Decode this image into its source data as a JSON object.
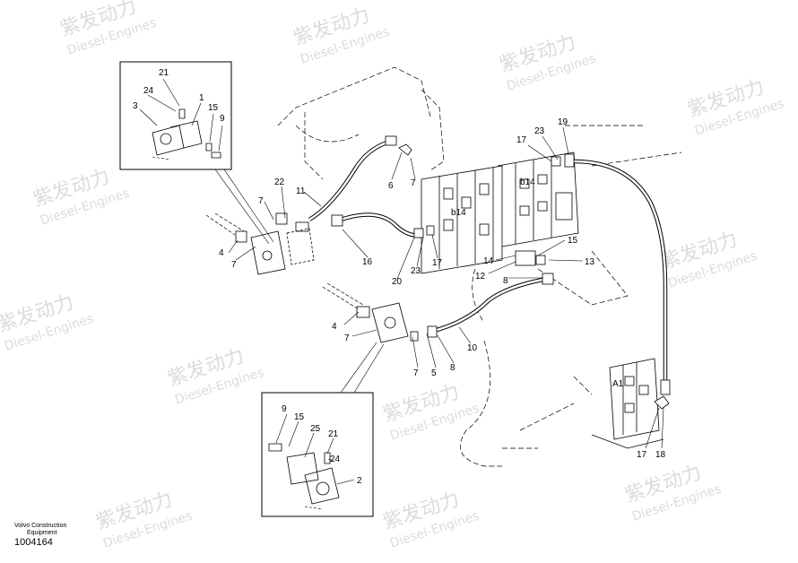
{
  "watermark": {
    "brand_cn": "紫发动力",
    "brand_en": "Diesel-Engines"
  },
  "footer": {
    "company_line1": "Volvo Construction",
    "company_line2": "Equipment",
    "part_number": "1004164"
  },
  "part_labels": {
    "top_inset_21": "21",
    "top_inset_24": "24",
    "top_inset_1": "1",
    "top_inset_3": "3",
    "top_inset_15": "15",
    "top_inset_9": "9",
    "bottom_inset_9": "9",
    "bottom_inset_15": "15",
    "bottom_inset_25": "25",
    "bottom_inset_21": "21",
    "bottom_inset_24": "24",
    "bottom_inset_2": "2",
    "p22": "22",
    "p11": "11",
    "p7a": "7",
    "p4a": "4",
    "p7b": "7",
    "p6": "6",
    "p7c": "7",
    "p16": "16",
    "p20": "20",
    "p23a": "23",
    "p17a": "17",
    "p14": "14",
    "p12": "12",
    "p8a": "8",
    "p15": "15",
    "p13": "13",
    "p17b": "17",
    "p23b": "23",
    "p19": "19",
    "p4b": "4",
    "p7d": "7",
    "p7e": "7",
    "p5": "5",
    "p8b": "8",
    "p10": "10",
    "p17c": "17",
    "p18": "18"
  },
  "port_labels": {
    "b14": "b14",
    "b14_2": "b14",
    "a1": "A1"
  }
}
